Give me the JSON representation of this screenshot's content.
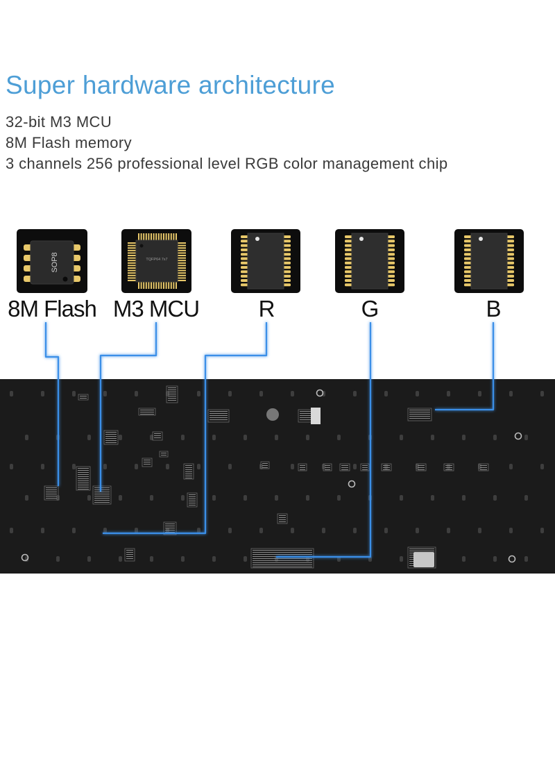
{
  "header": {
    "title": "Super hardware architecture",
    "features": [
      "32-bit M3 MCU",
      "8M Flash memory",
      "3 channels 256 professional level RGB color management chip"
    ]
  },
  "chips": [
    {
      "label": "8M Flash",
      "package_text": "SOP8",
      "icon": "sop8-chip-icon"
    },
    {
      "label": "M3 MCU",
      "package_text": "TQFP64 7x7",
      "icon": "tqfp-chip-icon"
    },
    {
      "label": "R",
      "icon": "led-driver-chip-icon"
    },
    {
      "label": "G",
      "icon": "led-driver-chip-icon"
    },
    {
      "label": "B",
      "icon": "led-driver-chip-icon"
    }
  ],
  "colors": {
    "title": "#4d9ed6",
    "pcb": "#1b1b1b",
    "trace": "#3a8fe8",
    "pad": "#e8c86a"
  }
}
